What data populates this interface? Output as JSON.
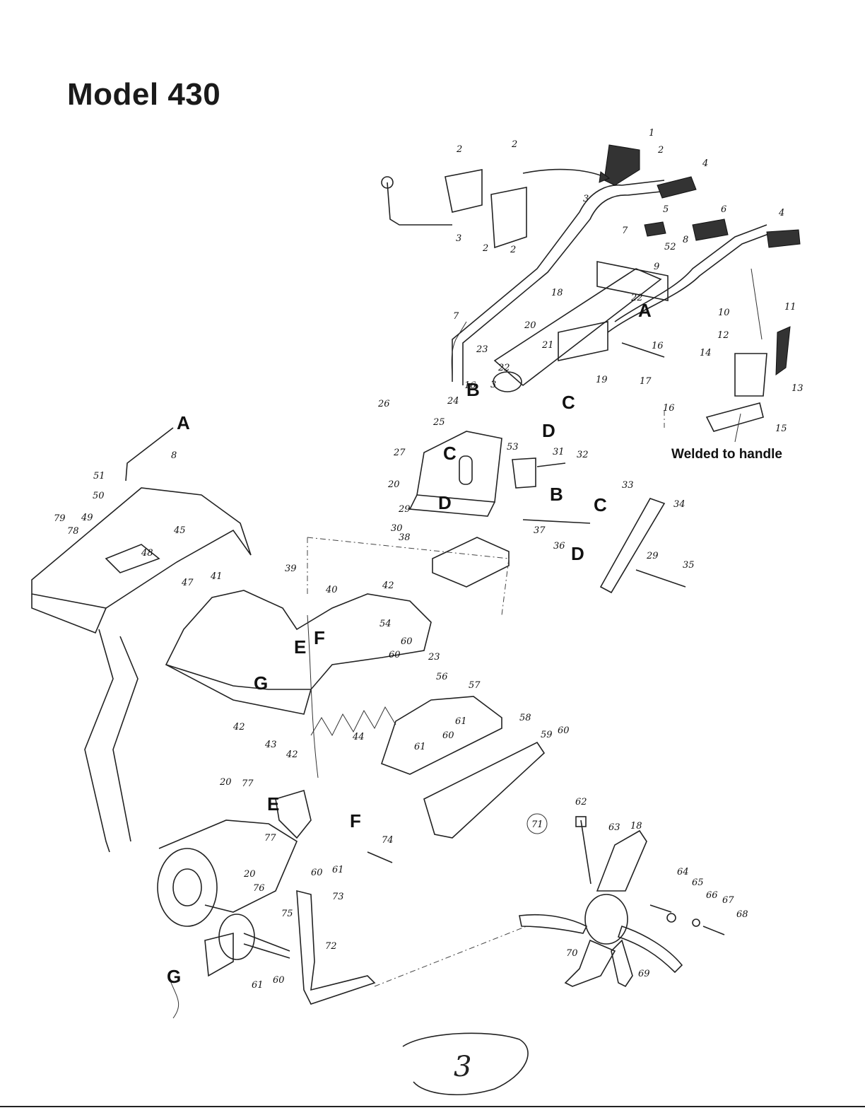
{
  "title": "Model 430",
  "note": "Welded to handle",
  "circled_number": "71",
  "handwritten_page_mark": "3",
  "reference_letters": [
    "A",
    "B",
    "C",
    "D",
    "E",
    "F",
    "G"
  ],
  "callouts": {
    "c1": "1",
    "c2a": "2",
    "c2b": "2",
    "c2c": "2",
    "c2d": "2",
    "c2e": "2",
    "c3a": "3",
    "c3b": "3",
    "c3c": "3",
    "c4a": "4",
    "c4b": "4",
    "c5": "5",
    "c6": "6",
    "c7a": "7",
    "c7b": "7",
    "c8a": "8",
    "c8b": "8",
    "c9": "9",
    "c10": "10",
    "c11": "11",
    "c12": "12",
    "c13": "13",
    "c14": "14",
    "c15": "15",
    "c16a": "16",
    "c16b": "16",
    "c16c": "16",
    "c17": "17",
    "c18a": "18",
    "c18b": "18",
    "c19": "19",
    "c20a": "20",
    "c20b": "20",
    "c20c": "20",
    "c20d": "20",
    "c21": "21",
    "c22a": "22",
    "c22b": "22",
    "c23a": "23",
    "c23b": "23",
    "c24": "24",
    "c25": "25",
    "c26": "26",
    "c27": "27",
    "c29a": "29",
    "c29b": "29",
    "c30": "30",
    "c31": "31",
    "c32": "32",
    "c33": "33",
    "c34": "34",
    "c35": "35",
    "c36": "36",
    "c37": "37",
    "c38": "38",
    "c39": "39",
    "c40": "40",
    "c41": "41",
    "c42a": "42",
    "c42b": "42",
    "c42c": "42",
    "c43": "43",
    "c44": "44",
    "c45": "45",
    "c47": "47",
    "c48": "48",
    "c49": "49",
    "c50": "50",
    "c51": "51",
    "c52": "52",
    "c53": "53",
    "c54": "54",
    "c56": "56",
    "c57": "57",
    "c58": "58",
    "c59": "59",
    "c60a": "60",
    "c60b": "60",
    "c60c": "60",
    "c60d": "60",
    "c60e": "60",
    "c60f": "60",
    "c61a": "61",
    "c61b": "61",
    "c61c": "61",
    "c61d": "61",
    "c62": "62",
    "c63": "63",
    "c64": "64",
    "c65": "65",
    "c66": "66",
    "c67": "67",
    "c68": "68",
    "c69": "69",
    "c70": "70",
    "c72": "72",
    "c73": "73",
    "c74": "74",
    "c75": "75",
    "c76": "76",
    "c77a": "77",
    "c77b": "77",
    "c78": "78",
    "c79": "79"
  }
}
